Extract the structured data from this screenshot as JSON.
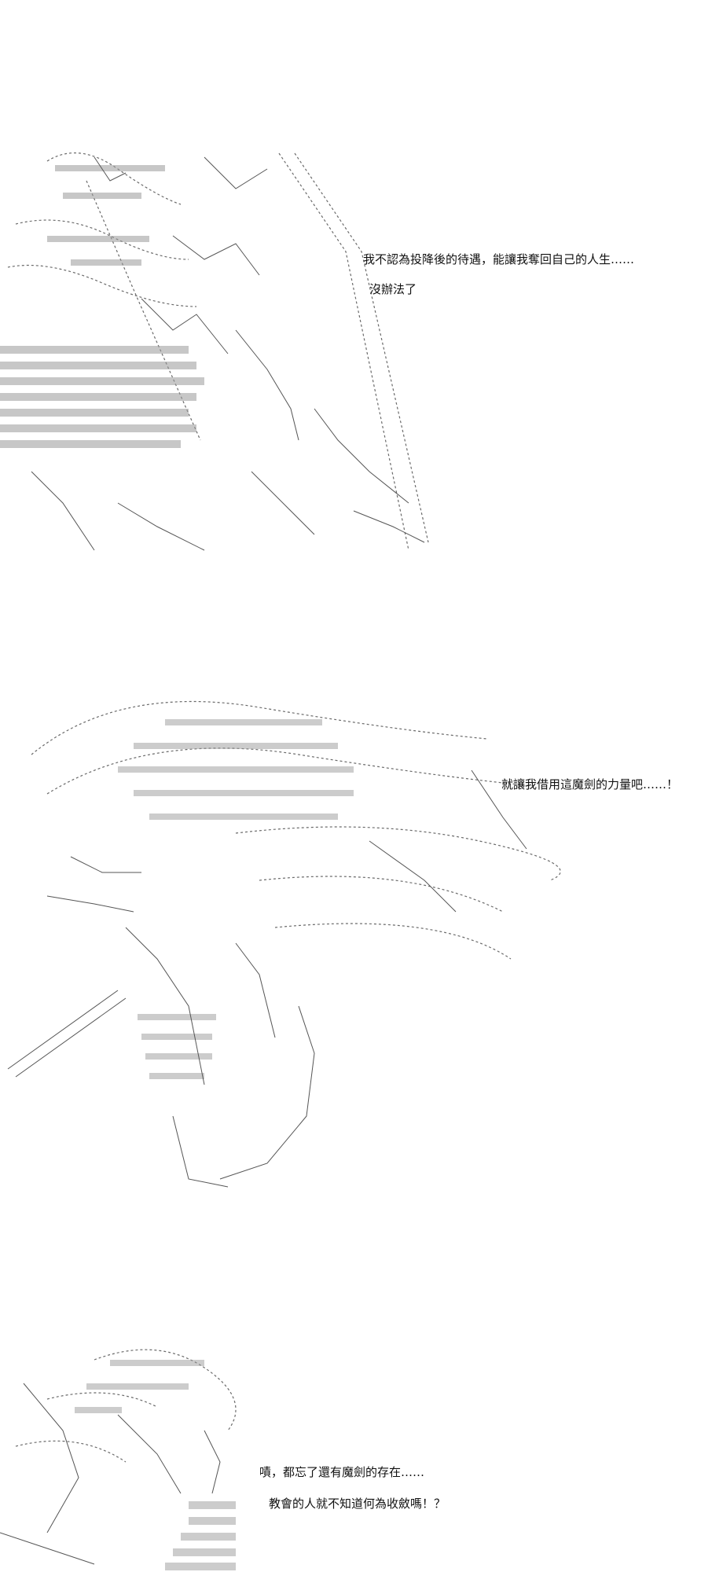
{
  "panels": [
    {
      "lines": [
        "我不認為投降後的待遇，能讓我奪回自己的人生……",
        "沒辦法了"
      ]
    },
    {
      "lines": [
        "就讓我借用這魔劍的力量吧……！"
      ]
    },
    {
      "lines": [
        "嘖，都忘了還有魔劍的存在……",
        "教會的人就不知道何為收斂嗎！？"
      ]
    }
  ],
  "colors": {
    "background": "#ffffff",
    "ink": "#111111",
    "art": "#6a6a6a"
  }
}
